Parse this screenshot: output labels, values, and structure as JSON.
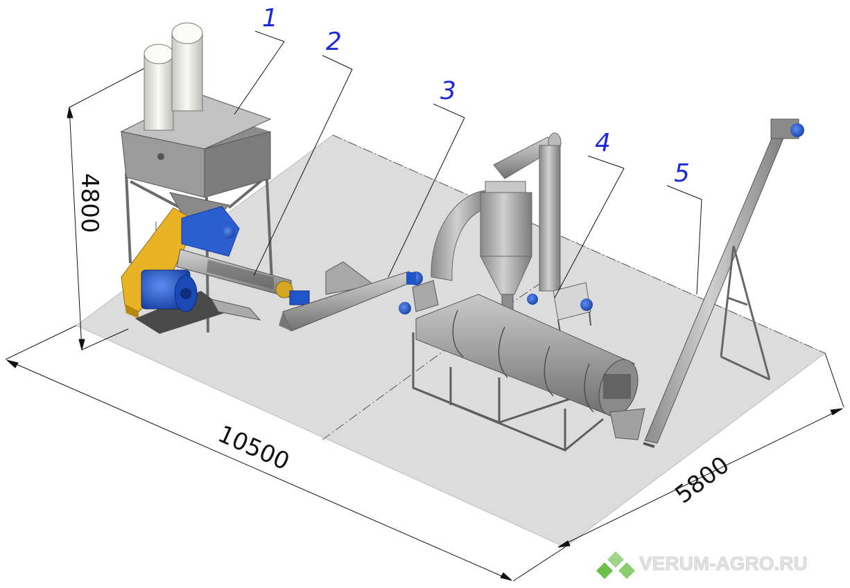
{
  "dimensions": {
    "length": "10500",
    "width": "5800",
    "height": "4800"
  },
  "callouts": [
    {
      "id": "1",
      "label": "1"
    },
    {
      "id": "2",
      "label": "2"
    },
    {
      "id": "3",
      "label": "3"
    },
    {
      "id": "4",
      "label": "4"
    },
    {
      "id": "5",
      "label": "5"
    }
  ],
  "watermark": {
    "text": "VERUM-AGRO.RU"
  },
  "colors": {
    "floor": "#dcdcdc",
    "steel": "#9a9a9a",
    "steel_dark": "#6e6e6e",
    "steel_light": "#c4c4c4",
    "motor_blue": "#1f55c8",
    "frame_yellow": "#e8b325",
    "callout_blue": "#1c2ad6",
    "silo_white": "#f1f1ec",
    "logo_green": "#6dbf4b"
  }
}
